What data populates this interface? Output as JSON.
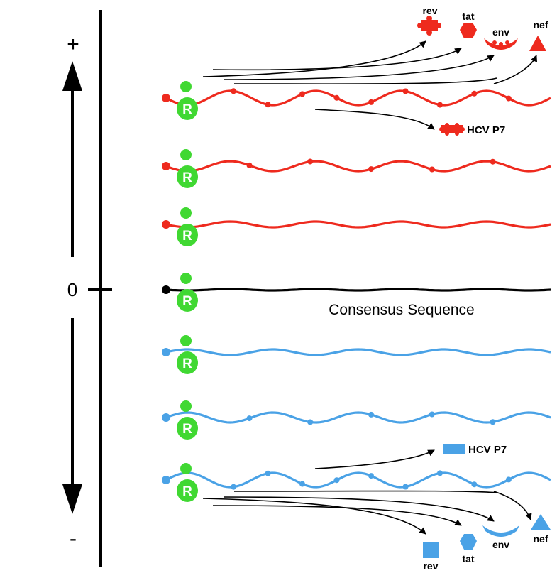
{
  "axis": {
    "plus_label": "+",
    "zero_label": "0",
    "minus_label": "-"
  },
  "consensus": {
    "label": "Consensus Sequence"
  },
  "ribosome": {
    "label": "R"
  },
  "colors": {
    "positive": "#ee2a1e",
    "consensus": "#000000",
    "negative": "#4aa2e6",
    "ribosome": "#40d832",
    "arrow": "#000000"
  },
  "strands": [
    {
      "level": 3,
      "color_key": "positive",
      "ribosome": true
    },
    {
      "level": 2,
      "color_key": "positive",
      "ribosome": true
    },
    {
      "level": 1,
      "color_key": "positive",
      "ribosome": true
    },
    {
      "level": 0,
      "color_key": "consensus",
      "ribosome": true
    },
    {
      "level": -1,
      "color_key": "negative",
      "ribosome": true
    },
    {
      "level": -2,
      "color_key": "negative",
      "ribosome": true
    },
    {
      "level": -3,
      "color_key": "negative",
      "ribosome": true
    }
  ],
  "products_top": [
    {
      "label": "rev",
      "shape": "cross-square"
    },
    {
      "label": "tat",
      "shape": "hexagon"
    },
    {
      "label": "env",
      "shape": "bowl"
    },
    {
      "label": "nef",
      "shape": "triangle"
    },
    {
      "label": "HCV P7",
      "shape": "bar"
    }
  ],
  "products_bottom": [
    {
      "label": "rev",
      "shape": "square"
    },
    {
      "label": "tat",
      "shape": "hexagon"
    },
    {
      "label": "env",
      "shape": "bowl"
    },
    {
      "label": "nef",
      "shape": "triangle"
    },
    {
      "label": "HCV P7",
      "shape": "bar"
    }
  ]
}
